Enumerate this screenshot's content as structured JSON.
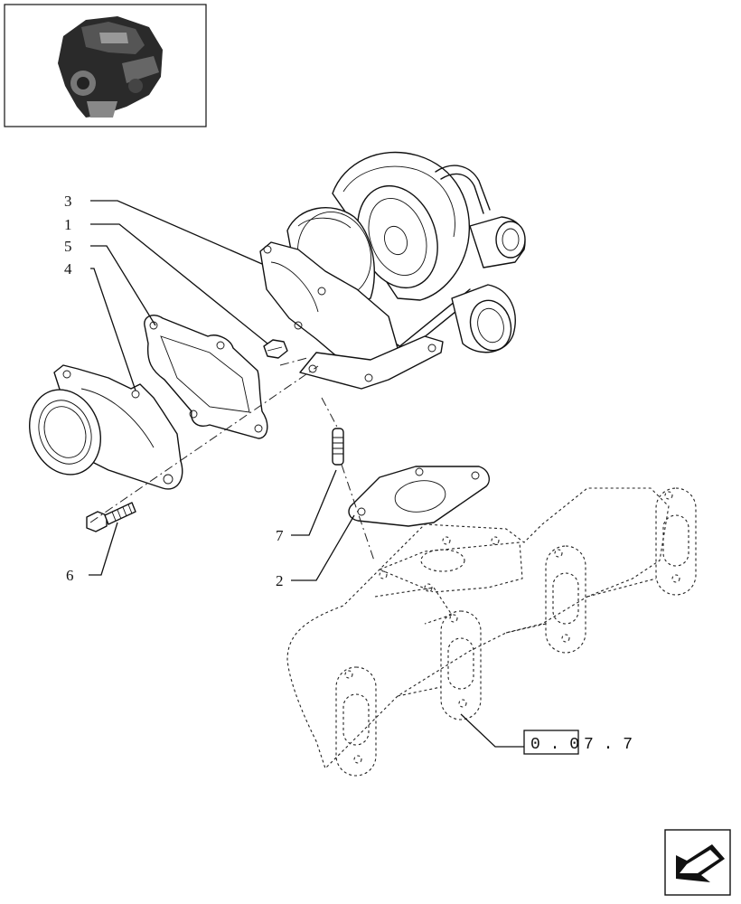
{
  "callouts": [
    {
      "id": "3",
      "label": "3"
    },
    {
      "id": "1",
      "label": "1"
    },
    {
      "id": "5",
      "label": "5"
    },
    {
      "id": "4",
      "label": "4"
    },
    {
      "id": "6",
      "label": "6"
    },
    {
      "id": "7",
      "label": "7"
    },
    {
      "id": "2",
      "label": "2"
    }
  ],
  "reference": {
    "boxed": "0 . 0",
    "suffix": "7 . 7"
  },
  "nav": {
    "icon": "arrow-left-icon"
  }
}
